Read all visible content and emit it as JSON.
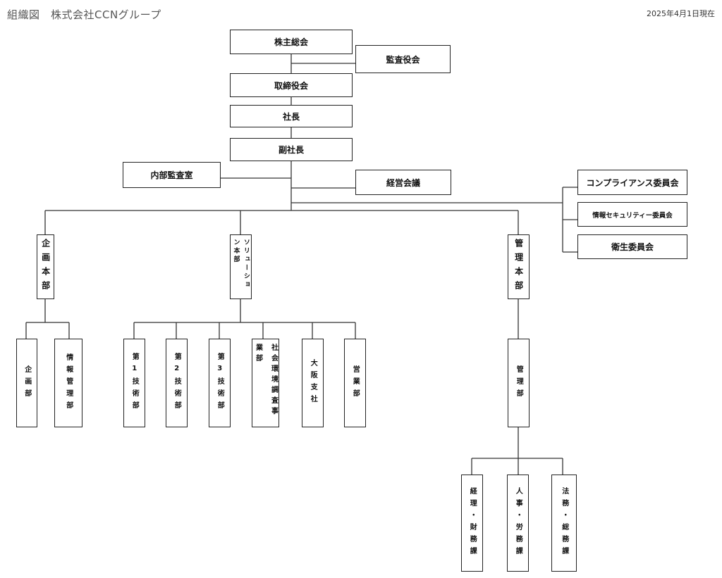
{
  "header": {
    "title": "組織図　株式会社CCNグループ",
    "date": "2025年4月1日現在"
  },
  "nodes": {
    "shareholders": "株主総会",
    "auditors": "監査役会",
    "board": "取締役会",
    "president": "社長",
    "vice_president": "副社長",
    "internal_audit": "内部監査室",
    "management_meeting": "経営会議",
    "committees": [
      "コンプライアンス委員会",
      "情報セキュリティー委員会",
      "衛生委員会"
    ],
    "divisions": {
      "planning": "企画本部",
      "solution": "ソリューション本部",
      "administration": "管理本部"
    },
    "planning_departments": [
      "企画部",
      "情報管理部"
    ],
    "solution_departments": [
      "第1技術部",
      "第2技術部",
      "第3技術部",
      "社会環境調査事業部",
      "大阪支社",
      "営業部"
    ],
    "administration_departments": [
      "管理部"
    ],
    "administration_sections": [
      "経理・財務課",
      "人事・労務課",
      "法務・総務課"
    ]
  }
}
